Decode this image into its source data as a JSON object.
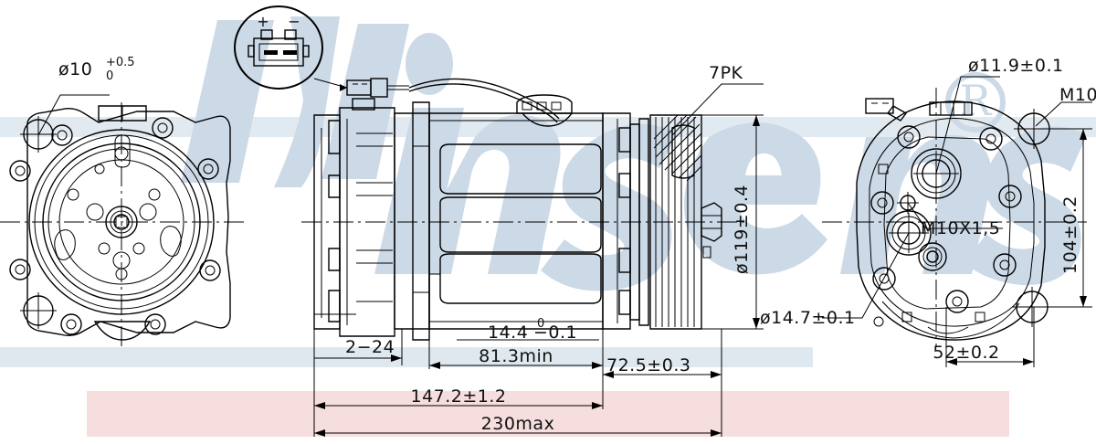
{
  "document": {
    "type": "technical-drawing",
    "subject": "Automotive A/C compressor dimensional drawing",
    "brand_watermark": "Nissens",
    "registered_mark": "®"
  },
  "colors": {
    "watermark_blue": "#ccd9e6",
    "band_blue": "#dfe8ef",
    "band_pink": "#f6dede",
    "line_black": "#000000",
    "background": "#ffffff"
  },
  "callouts": {
    "left_bore": "ø10",
    "left_bore_tol_upper": "+0.5",
    "left_bore_tol_lower": "0",
    "belt": "7PK",
    "pulley_diameter": "ø119±0.4",
    "hub_bore": "ø11.9±0.1",
    "thread_m10": "M10",
    "thread_m10x15": "M10X1,5",
    "mount_hole": "ø14.7±0.1",
    "mount_height": "104±0.2",
    "mount_width": "52±0.2"
  },
  "dimensions_bottom": [
    {
      "id": "port-spacing",
      "label": "2−24"
    },
    {
      "id": "flange-thickness",
      "label": "14.4",
      "tol_upper": "0",
      "tol_lower": "−0.1"
    },
    {
      "id": "body-min-length",
      "label": "81.3min"
    },
    {
      "id": "pulley-offset",
      "label": "72.5±0.3"
    },
    {
      "id": "overall-body-length",
      "label": "147.2±1.2"
    },
    {
      "id": "overall-max-length",
      "label": "230max"
    }
  ],
  "connector_detail": {
    "name": "2-pin electrical connector",
    "pin_positive": "+",
    "pin_negative": "−",
    "pin_count": 2
  },
  "views": {
    "left": {
      "name": "rear-face-view",
      "description": "Rear flange end view with bolt circle"
    },
    "center": {
      "name": "side-section-view",
      "description": "Compressor body side view with pulley"
    },
    "right": {
      "name": "front-mount-view",
      "description": "Front mounting bracket end view"
    }
  },
  "pulley": {
    "groove_count": 7
  }
}
